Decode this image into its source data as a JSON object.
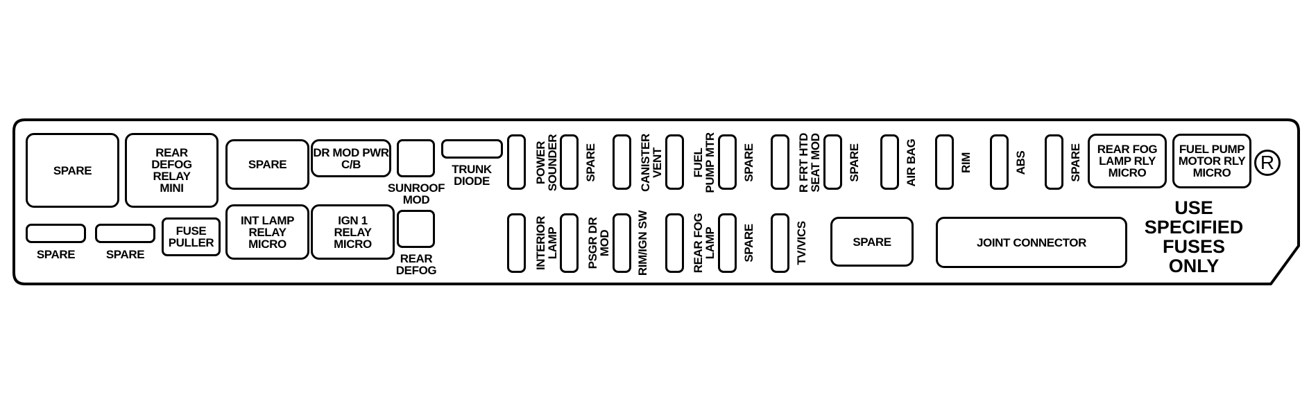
{
  "labels": {
    "spare_big": "SPARE",
    "rear_defog_relay": "REAR\nDEFOG\nRELAY\nMINI",
    "spare_mid": "SPARE",
    "dr_mod_pwr": "DR MOD PWR\nC/B",
    "sunroof_mod": "SUNROOF\nMOD",
    "trunk_diode": "TRUNK\nDIODE",
    "spare_small_1": "SPARE",
    "spare_small_2": "SPARE",
    "fuse_puller": "FUSE\nPULLER",
    "int_lamp_relay": "INT LAMP\nRELAY\nMICRO",
    "ign1_relay": "IGN 1\nRELAY\nMICRO",
    "rear_defog": "REAR\nDEFOG",
    "power_sounder": "POWER\nSOUNDER",
    "spare_f2": "SPARE",
    "canister_vent": "CANISTER\nVENT",
    "fuel_pump_mtr": "FUEL\nPUMP MTR",
    "spare_f5": "SPARE",
    "r_frt_htd": "R FRT HTD\nSEAT MOD",
    "spare_f7": "SPARE",
    "air_bag": "AIR BAG",
    "rim": "RIM",
    "abs": "ABS",
    "spare_f11": "SPARE",
    "rear_fog_lamp_rly": "REAR FOG\nLAMP RLY\nMICRO",
    "fuel_pump_motor_rly": "FUEL PUMP\nMOTOR RLY\nMICRO",
    "interior_lamp": "INTERIOR\nLAMP",
    "psgr_dr_mod": "PSGR DR\nMOD",
    "rim_ign_sw": "RIM/IGN SW",
    "rear_fog_lamp": "REAR FOG\nLAMP",
    "spare_b5": "SPARE",
    "tv_vics": "TV/VICS",
    "spare_wide": "SPARE",
    "joint_connector": "JOINT CONNECTOR",
    "use_specified": "USE\nSPECIFIED\nFUSES\nONLY",
    "registered_mark": "R"
  }
}
